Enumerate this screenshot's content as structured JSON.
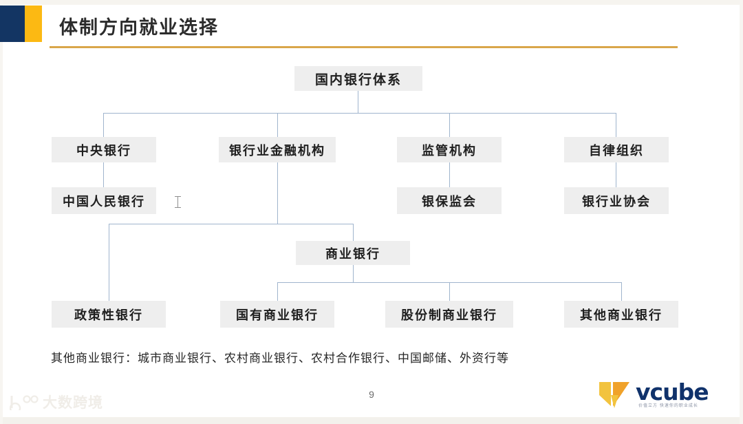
{
  "slide": {
    "title": "体制方向就业选择",
    "page_number": "9",
    "accent_navy": "#133563",
    "accent_amber": "#fcb913",
    "rule_color": "#d9a64a",
    "node_fill": "#eeeeee",
    "connector_color": "#9fb4cd"
  },
  "chart_data": {
    "type": "diagram",
    "title": "国内银行体系",
    "nodes": [
      {
        "id": "root",
        "label": "国内银行体系",
        "level": 0
      },
      {
        "id": "central",
        "label": "中央银行",
        "level": 1
      },
      {
        "id": "banking_fi",
        "label": "银行业金融机构",
        "level": 1
      },
      {
        "id": "regulator",
        "label": "监管机构",
        "level": 1
      },
      {
        "id": "selfreg",
        "label": "自律组织",
        "level": 1
      },
      {
        "id": "pboc",
        "label": "中国人民银行",
        "level": 2
      },
      {
        "id": "cbirc",
        "label": "银保监会",
        "level": 2
      },
      {
        "id": "assoc",
        "label": "银行业协会",
        "level": 2
      },
      {
        "id": "policy",
        "label": "政策性银行",
        "level": 2
      },
      {
        "id": "commercial",
        "label": "商业银行",
        "level": 2
      },
      {
        "id": "state",
        "label": "国有商业银行",
        "level": 3
      },
      {
        "id": "jointstock",
        "label": "股份制商业银行",
        "level": 3
      },
      {
        "id": "other",
        "label": "其他商业银行",
        "level": 3
      }
    ],
    "edges": [
      {
        "from": "root",
        "to": "central"
      },
      {
        "from": "root",
        "to": "banking_fi"
      },
      {
        "from": "root",
        "to": "regulator"
      },
      {
        "from": "root",
        "to": "selfreg"
      },
      {
        "from": "central",
        "to": "pboc"
      },
      {
        "from": "regulator",
        "to": "cbirc"
      },
      {
        "from": "selfreg",
        "to": "assoc"
      },
      {
        "from": "banking_fi",
        "to": "policy"
      },
      {
        "from": "banking_fi",
        "to": "commercial"
      },
      {
        "from": "commercial",
        "to": "state"
      },
      {
        "from": "commercial",
        "to": "jointstock"
      },
      {
        "from": "commercial",
        "to": "other"
      }
    ]
  },
  "footnote": {
    "text": "其他商业银行：城市商业银行、农村商业银行、农村合作银行、中国邮储、外资行等"
  },
  "logo": {
    "name": "vcube",
    "tagline": "价值立方 快速你的职业成长"
  },
  "watermark": {
    "text": "大数跨境"
  }
}
